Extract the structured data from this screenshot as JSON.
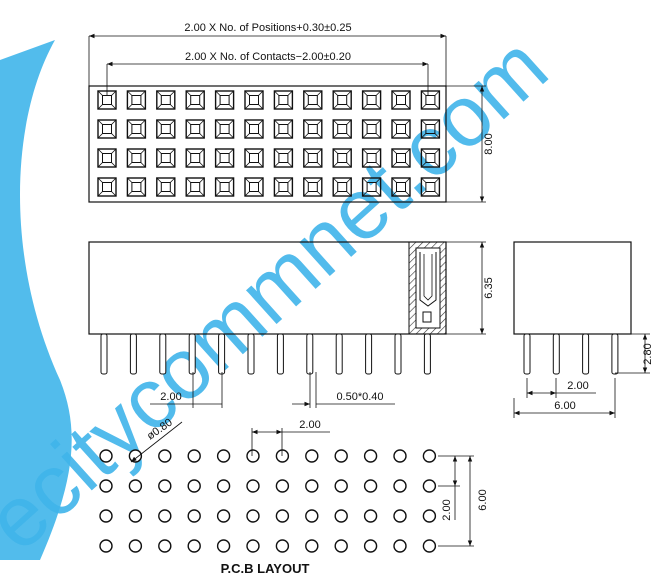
{
  "watermark": {
    "text": "ecitycommnet.com",
    "color": "#1ea7e6"
  },
  "colors": {
    "line": "#111111",
    "hatch": "#333333",
    "watermark": "#1ea7e6"
  },
  "top_view": {
    "columns": 12,
    "rows": 4,
    "dim_positions": "2.00  X  No.  of  Positions+0.30±0.25",
    "dim_contacts": "2.00  X  No.  of  Contacts−2.00±0.20",
    "dim_height": "8.00"
  },
  "front_view": {
    "pins": 12,
    "dim_height": "6.35",
    "dim_pitch": "2.00",
    "dim_pin": "0.50*0.40"
  },
  "side_view": {
    "pins": 4,
    "dim_pitch": "2.00",
    "dim_width": "6.00",
    "dim_tail": "2.80"
  },
  "pcb_layout": {
    "columns": 12,
    "rows": 4,
    "dim_hole": "ø0.80",
    "dim_pitch_x": "2.00",
    "dim_pitch_y": "2.00",
    "dim_span_y": "6.00",
    "title": "P.C.B  LAYOUT"
  }
}
